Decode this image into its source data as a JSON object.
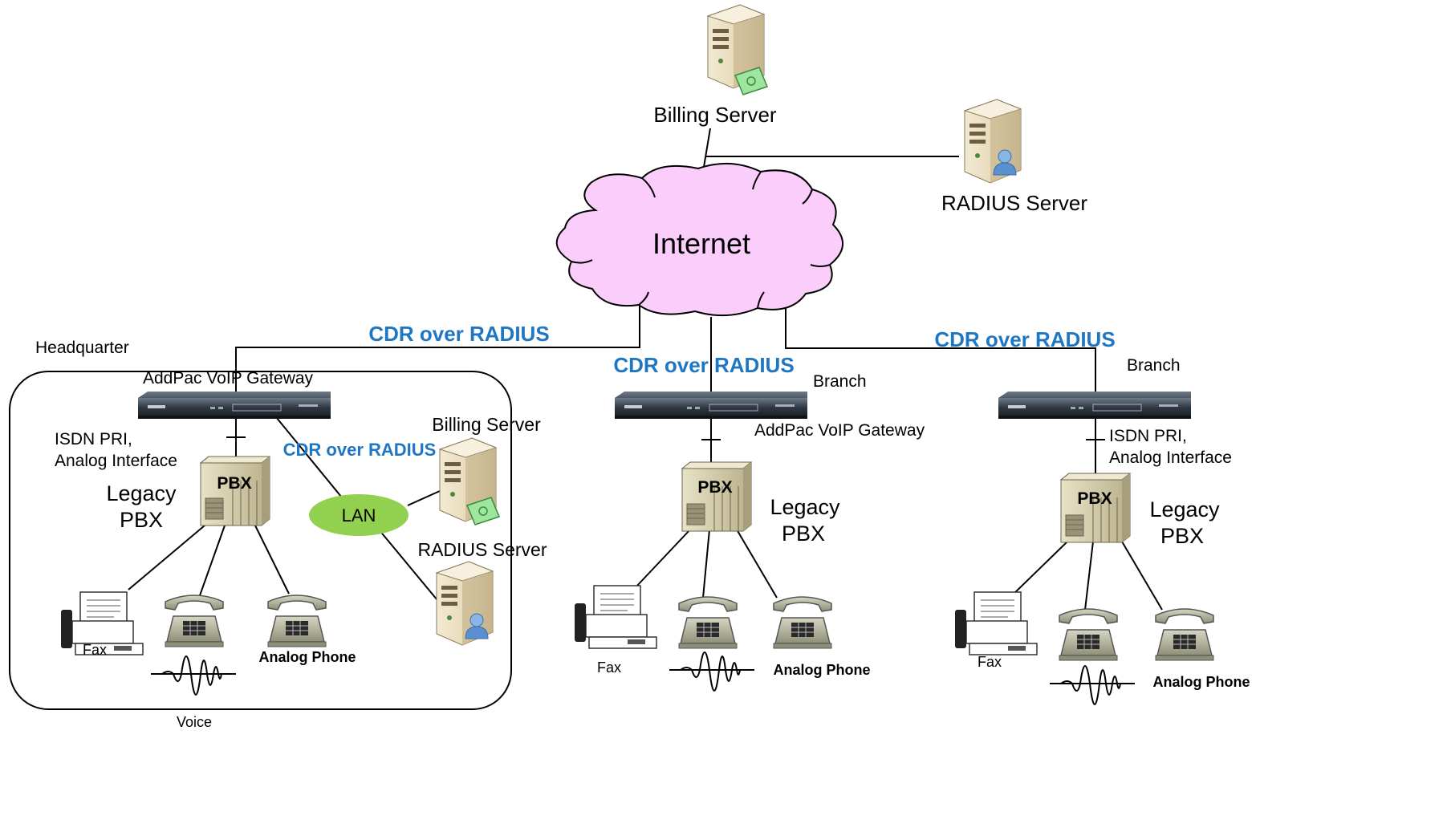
{
  "top": {
    "billing_server": "Billing Server",
    "radius_server": "RADIUS Server",
    "internet": "Internet"
  },
  "links": {
    "cdr_hq": "CDR over RADIUS",
    "cdr_branch1": "CDR over RADIUS",
    "cdr_branch2": "CDR over RADIUS",
    "cdr_lan": "CDR over RADIUS"
  },
  "headquarter": {
    "title": "Headquarter",
    "gateway": "AddPac VoIP Gateway",
    "interface_1": "ISDN PRI,",
    "interface_2": "Analog Interface",
    "pbx_1": "Legacy",
    "pbx_2": "PBX",
    "pbx_box": "PBX",
    "lan": "LAN",
    "billing_server": "Billing Server",
    "radius_server": "RADIUS Server",
    "fax": "Fax",
    "phone": "Analog Phone",
    "voice": "Voice"
  },
  "branch1": {
    "title": "Branch",
    "gateway": "AddPac VoIP Gateway",
    "pbx_1": "Legacy",
    "pbx_2": "PBX",
    "pbx_box": "PBX",
    "fax": "Fax",
    "phone": "Analog Phone"
  },
  "branch2": {
    "title": "Branch",
    "interface_1": "ISDN PRI,",
    "interface_2": "Analog Interface",
    "pbx_1": "Legacy",
    "pbx_2": "PBX",
    "pbx_box": "PBX",
    "fax": "Fax",
    "phone": "Analog Phone"
  },
  "colors": {
    "cloud": "#fbcdfb",
    "lan": "#92d050",
    "cdr_text": "#1f77c4",
    "server": "#e8dcc0",
    "pbx": "#d8d0b0",
    "phone": "#b8b8a0"
  },
  "icons": [
    "server-icon",
    "money-icon",
    "user-icon",
    "gateway-icon",
    "pbx-icon",
    "fax-icon",
    "phone-icon",
    "voice-wave-icon",
    "cloud-icon"
  ]
}
